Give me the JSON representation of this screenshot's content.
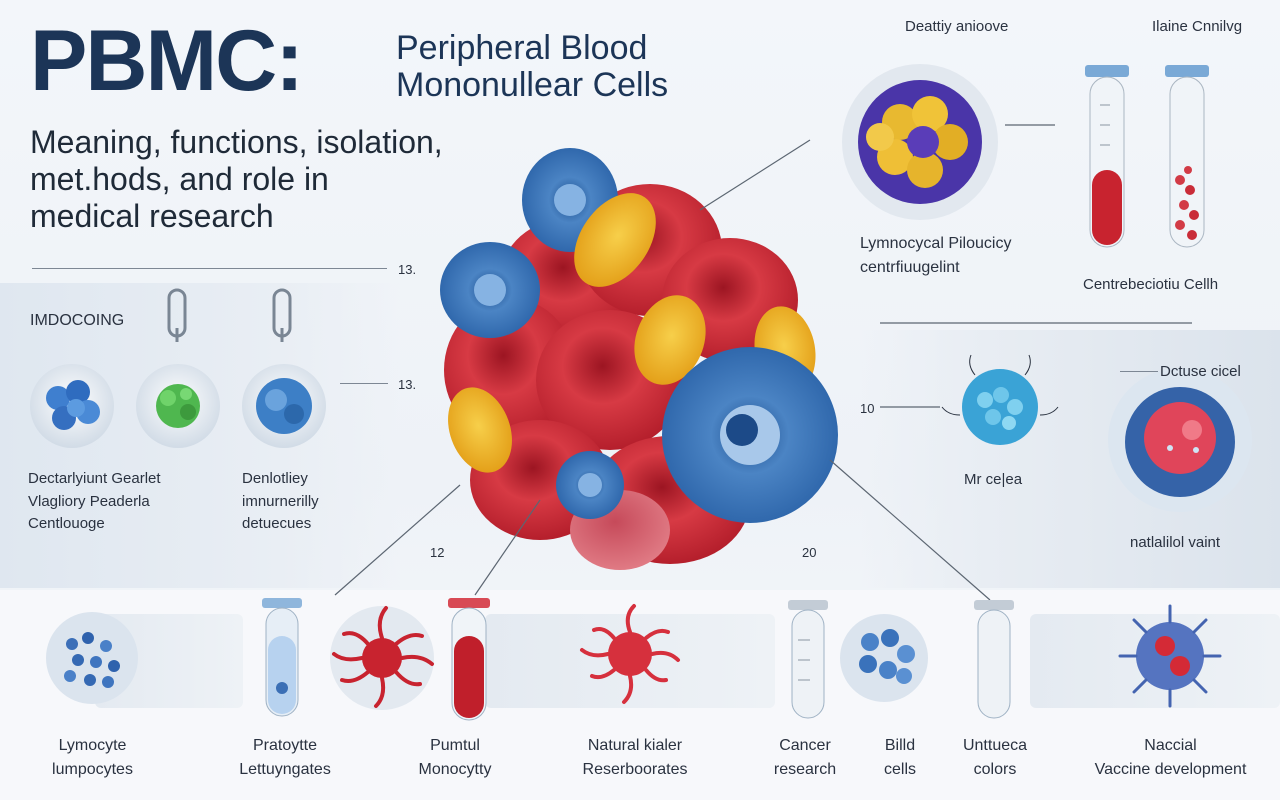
{
  "header": {
    "title_main": "PBMC:",
    "title_sub_line1": "Peripheral Blood",
    "title_sub_line2": "Mononullear Cells",
    "subtitle_line1": "Meaning, functions, isolation,",
    "subtitle_line2": "met.hods, and role in",
    "subtitle_line3": "medical research"
  },
  "numbers": {
    "n_a": "13.",
    "n_b": "13.",
    "n_c": "12",
    "n_d": "20",
    "n_e": "10"
  },
  "left_panel": {
    "label": "IMDOCOING",
    "caption_a_line1": "Dectarlyiunt Gearlet",
    "caption_a_line2": "Vlagliory Peaderla",
    "caption_a_line3": "Centlouoge",
    "caption_b_line1": "Denlotliey",
    "caption_b_line2": "imnurnerilly",
    "caption_b_line3": "detuecues"
  },
  "top_right": {
    "label_a": "Deattiy anioove",
    "label_b": "Ilaine Cnnilvg",
    "cell_caption_line1": "Lymnocycal Piloucicy",
    "cell_caption_line2": "centrfiuugelint",
    "tube_caption": "Centrebeciotiu Cellh"
  },
  "right_panel": {
    "label_a": "Dctuse cicel",
    "label_b": "Mr ce|ea",
    "label_c": "natlalilol vaint"
  },
  "bottom_items": [
    {
      "line1": "Lymocyte",
      "line2": "lumpocytes"
    },
    {
      "line1": "Pratoytte",
      "line2": "Lettuyngates"
    },
    {
      "line1": "Pumtul",
      "line2": "Monocytty"
    },
    {
      "line1": "Natural kialer",
      "line2": "Reserboorates"
    },
    {
      "line1": "Cancer",
      "line2": "research"
    },
    {
      "line1": "Billd",
      "line2": "cells"
    },
    {
      "line1": "Unttueca",
      "line2": "colors"
    },
    {
      "line1": "Naccial",
      "line2": "Vaccine development"
    }
  ],
  "colors": {
    "title_navy": "#1c3557",
    "rbc_red": "#c8283a",
    "cell_blue": "#3f78b8",
    "cell_yellow": "#f2b830",
    "cell_green": "#4caf50",
    "cell_purple": "#4b35a0"
  }
}
